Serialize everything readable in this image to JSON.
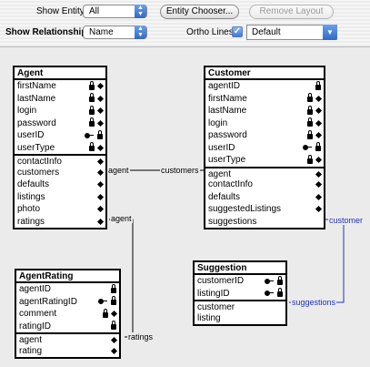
{
  "toolbar": {
    "show_entity_label": "Show Entity",
    "show_entity_value": "All",
    "entity_chooser_label": "Entity Chooser...",
    "remove_layout_label": "Remove Layout",
    "show_relationship_label": "Show Relationship",
    "show_relationship_value": "Name",
    "ortho_lines_label": "Ortho Lines",
    "ortho_lines_checked": "✓",
    "layout_value": "Default"
  },
  "entities": {
    "agent": {
      "title": "Agent",
      "attributes": [
        "firstName",
        "lastName",
        "login",
        "password",
        "userID",
        "userType"
      ],
      "relationships": [
        "contactInfo",
        "customers",
        "defaults",
        "listings",
        "photo",
        "ratings"
      ]
    },
    "customer": {
      "title": "Customer",
      "attributes": [
        "agentID",
        "firstName",
        "lastName",
        "login",
        "password",
        "userID",
        "userType"
      ],
      "relationships": [
        "agent",
        "contactInfo",
        "defaults",
        "suggestedListings",
        "suggestions"
      ]
    },
    "agentRating": {
      "title": "AgentRating",
      "attributes": [
        "agentID",
        "agentRatingID",
        "comment",
        "ratingID"
      ],
      "relationships": [
        "agent",
        "rating"
      ]
    },
    "suggestion": {
      "title": "Suggestion",
      "attributes": [
        "customerID",
        "listingID"
      ],
      "relationships": [
        "customer",
        "listing"
      ]
    }
  },
  "links": {
    "agent_customers_a": "agent",
    "agent_customers_b": "customers",
    "agent_ratings_a": "agent",
    "agent_ratings_b": "ratings",
    "customer_suggestions_a": "customer",
    "customer_suggestions_b": "suggestions"
  },
  "colors": {
    "selected_link": "#2030c0",
    "entity_border": "#000000"
  }
}
